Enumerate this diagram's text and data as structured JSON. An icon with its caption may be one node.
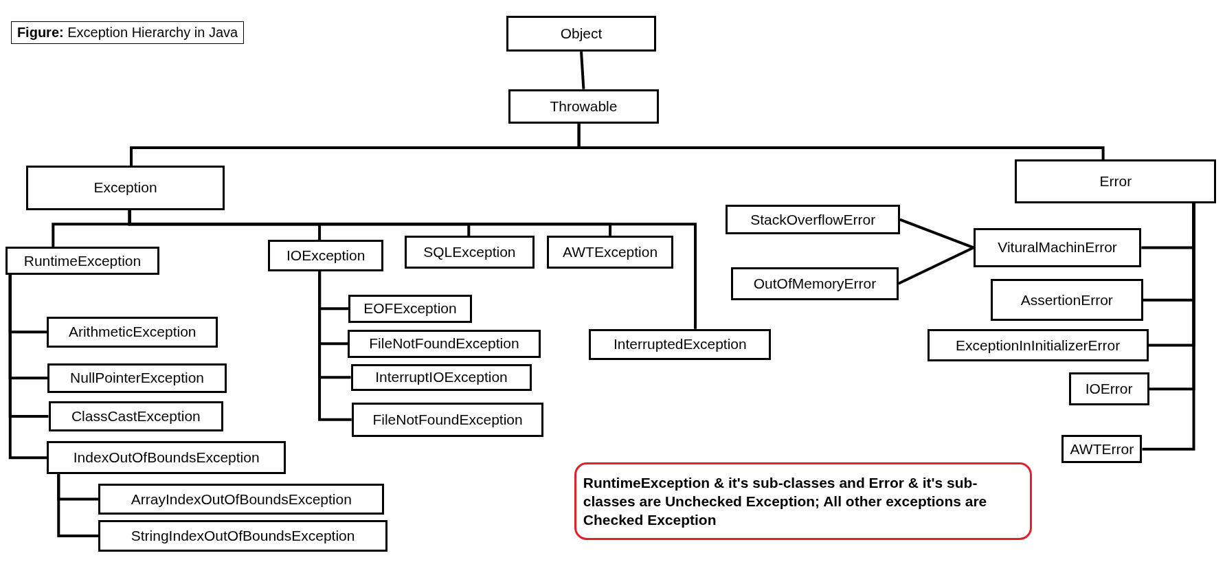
{
  "diagram": {
    "title": "**Figure:** Exception Hierarchy in Java",
    "nodes": [
      {
        "text": [
          "Object"
        ]
      },
      {
        "text": [
          "Throwable"
        ]
      },
      {
        "text": [
          "Exception"
        ]
      },
      {
        "text": [
          "Error"
        ]
      },
      {
        "text": [
          "RuntimeException"
        ]
      },
      {
        "text": [
          "IOException"
        ]
      },
      {
        "text": [
          "SQLException"
        ]
      },
      {
        "text": [
          "AWTException"
        ]
      },
      {
        "text": [
          "InterruptedException"
        ]
      },
      {
        "text": [
          "ArithmeticException"
        ]
      },
      {
        "text": [
          "NullPointerException"
        ]
      },
      {
        "text": [
          "ClassCastException"
        ]
      },
      {
        "text": [
          "IndexOutOfBoundsException"
        ]
      },
      {
        "text": [
          "ArrayIndexOutOfBoundsException"
        ]
      },
      {
        "text": [
          "StringIndexOutOfBoundsException"
        ]
      },
      {
        "text": [
          "EOFException"
        ]
      },
      {
        "text": [
          "FileNotFoundException"
        ]
      },
      {
        "text": [
          "InterruptIOException"
        ]
      },
      {
        "text": [
          "FileNotFoundException"
        ]
      },
      {
        "text": [
          "StackOverflowError"
        ]
      },
      {
        "text": [
          "OutOfMemoryError"
        ]
      },
      {
        "text": [
          "VituralMachinError"
        ]
      },
      {
        "text": [
          "AssertionError"
        ]
      },
      {
        "text": [
          "ExceptionInInitializerError"
        ]
      },
      {
        "text": [
          "IOError"
        ]
      },
      {
        "text": [
          "AWTError"
        ]
      },
      {
        "text": [
          "RuntimeException & it's sub-classes and Error & it's sub-classes are Unchecked Exception; All other exceptions are Checked Exception"
        ]
      }
    ],
    "edges": [
      {
        "from": 0,
        "to": 1,
        "arrow": "none"
      },
      {
        "from": 1,
        "to": 2,
        "arrow": "none"
      },
      {
        "from": 1,
        "to": 3,
        "arrow": "none"
      },
      {
        "from": 2,
        "to": 4,
        "arrow": "none"
      },
      {
        "from": 2,
        "to": 5,
        "arrow": "none"
      },
      {
        "from": 2,
        "to": 6,
        "arrow": "none"
      },
      {
        "from": 2,
        "to": 7,
        "arrow": "none"
      },
      {
        "from": 2,
        "to": 8,
        "arrow": "none"
      },
      {
        "from": 4,
        "to": 9,
        "arrow": "none"
      },
      {
        "from": 4,
        "to": 10,
        "arrow": "none"
      },
      {
        "from": 4,
        "to": 11,
        "arrow": "none"
      },
      {
        "from": 4,
        "to": 12,
        "arrow": "none"
      },
      {
        "from": 12,
        "to": 13,
        "arrow": "none"
      },
      {
        "from": 12,
        "to": 14,
        "arrow": "none"
      },
      {
        "from": 5,
        "to": 15,
        "arrow": "none"
      },
      {
        "from": 5,
        "to": 16,
        "arrow": "none"
      },
      {
        "from": 5,
        "to": 17,
        "arrow": "none"
      },
      {
        "from": 5,
        "to": 18,
        "arrow": "none"
      },
      {
        "from": 21,
        "to": 19,
        "arrow": "none"
      },
      {
        "from": 21,
        "to": 20,
        "arrow": "none"
      },
      {
        "from": 3,
        "to": 21,
        "arrow": "none"
      },
      {
        "from": 3,
        "to": 22,
        "arrow": "none"
      },
      {
        "from": 3,
        "to": 23,
        "arrow": "none"
      },
      {
        "from": 3,
        "to": 24,
        "arrow": "none"
      },
      {
        "from": 3,
        "to": 25,
        "arrow": "none"
      }
    ]
  }
}
